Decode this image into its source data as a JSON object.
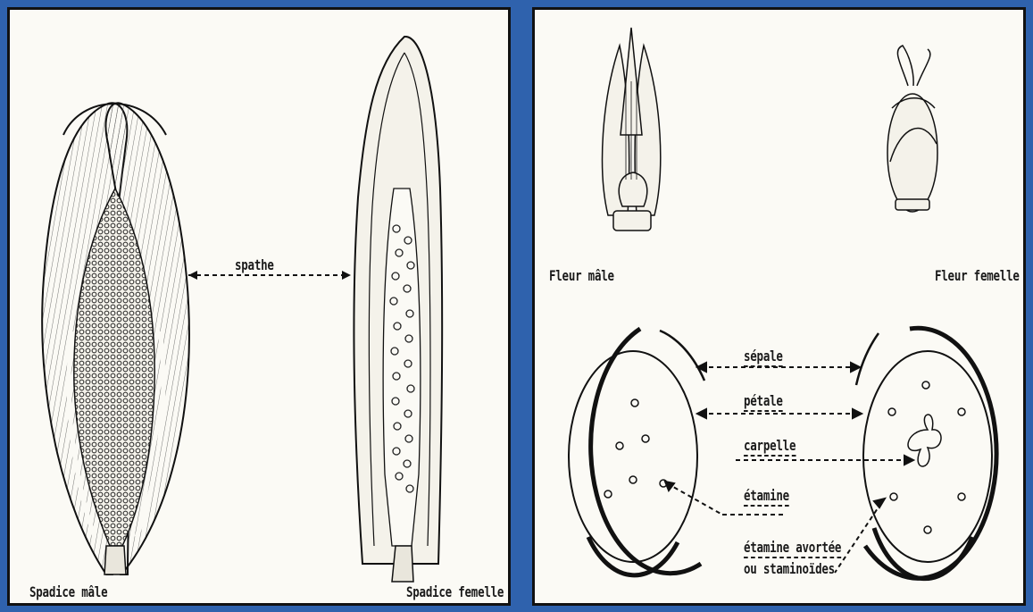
{
  "left": {
    "label_spathe": "spathe",
    "label_male": "Spadice mâle",
    "label_female": "Spadice femelle"
  },
  "right": {
    "label_fleur_male": "Fleur mâle",
    "label_fleur_femelle": "Fleur femelle",
    "label_sepale": "sépale",
    "label_petale": "pétale",
    "label_carpelle": "carpelle",
    "label_etamine": "étamine",
    "label_etamine_avortee_1": "étamine avortée",
    "label_etamine_avortee_2": "ou staminoïdes"
  }
}
